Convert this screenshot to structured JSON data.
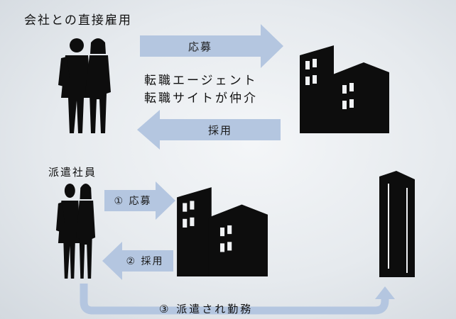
{
  "sections": {
    "direct": {
      "title": "会社との直接雇用"
    },
    "dispatch": {
      "title": "派遣社員"
    }
  },
  "direct_flow": {
    "apply_label": "応募",
    "hire_label": "採用",
    "intermediary_line1": "転職エージェント",
    "intermediary_line2": "転職サイトが仲介"
  },
  "dispatch_flow": {
    "apply_label": "① 応募",
    "hire_label": "② 採用",
    "dispatched_label": "③ 派遣され勤務"
  },
  "colors": {
    "arrow_fill": "#b4c6e0",
    "silhouette": "#0d0d0d"
  },
  "icons": [
    "people-silhouette-icon",
    "office-building-icon",
    "skyscraper-icon"
  ]
}
